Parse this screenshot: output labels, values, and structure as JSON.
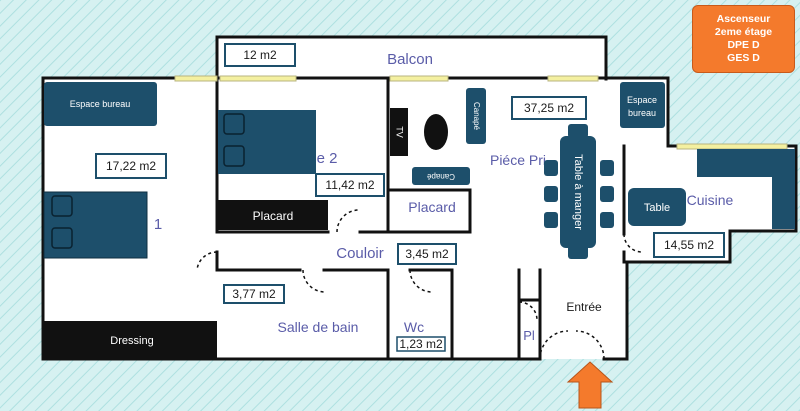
{
  "badge": {
    "lines": [
      "Ascenseur",
      "2eme étage",
      "DPE D",
      "GES D"
    ]
  },
  "rooms": {
    "balcon": "Balcon",
    "chambre2": "e 2",
    "chambre1": "1",
    "piece_principale": "Piéce Pri",
    "cuisine": "Cuisine",
    "couloir": "Couloir",
    "salle_de_bain": "Salle de bain",
    "wc": "Wc",
    "entree": "Entrée",
    "pl": "Pl"
  },
  "areas": {
    "balcon": "12 m2",
    "piece_principale": "37,25 m2",
    "chambre1": "17,22 m2",
    "chambre2": "11,42 m2",
    "couloir": "3,45 m2",
    "salle_de_bain": "3,77 m2",
    "wc": "1,23 m2",
    "cuisine": "14,55 m2"
  },
  "furniture": {
    "espace_bureau_1": "Espace bureau",
    "espace_bureau_2a": "Espace",
    "espace_bureau_2b": "bureau",
    "placard_1": "Placard",
    "placard_2": "Placard",
    "dressing": "Dressing",
    "tv": "TV",
    "canape_1": "Canapé",
    "canape_2": "Canapé",
    "table_a_manger": "Table à manger",
    "table": "Table"
  },
  "colors": {
    "background": "#d6f1f1",
    "furniture": "#1d4f6b",
    "wall": "#111111",
    "accent": "#f47a2c",
    "window": "#f4f0a0",
    "room_text": "#5a5ca8"
  }
}
